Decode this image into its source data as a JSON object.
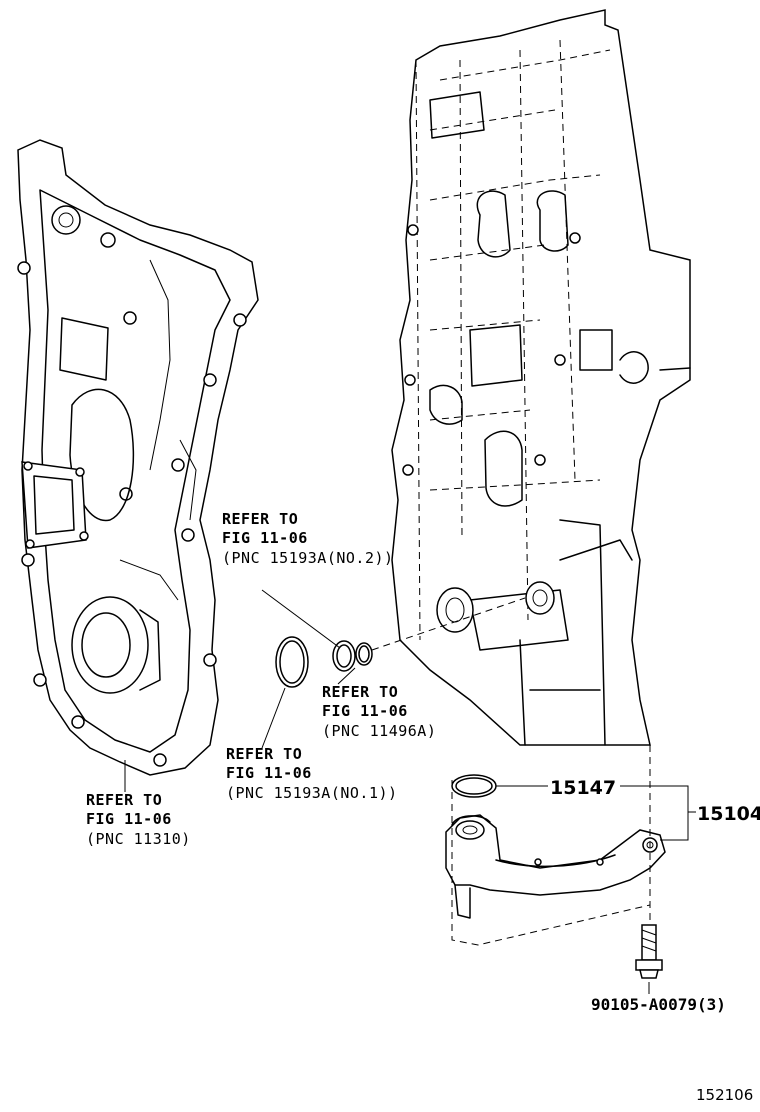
{
  "callouts": {
    "oring_no2": {
      "line1": "REFER TO",
      "line2": "FIG 11-06",
      "line3": "(PNC 15193A(NO.2))"
    },
    "seal_11496a": {
      "line1": "REFER TO",
      "line2": "FIG 11-06",
      "line3": "(PNC 11496A)"
    },
    "oring_no1": {
      "line1": "REFER TO",
      "line2": "FIG 11-06",
      "line3": "(PNC 15193A(NO.1))"
    },
    "cover_11310": {
      "line1": "REFER TO",
      "line2": "FIG 11-06",
      "line3": "(PNC 11310)"
    }
  },
  "parts": {
    "gasket": "15147",
    "assembly": "15104",
    "bolt": "90105-A0079(3)"
  },
  "figure_id": "152106"
}
